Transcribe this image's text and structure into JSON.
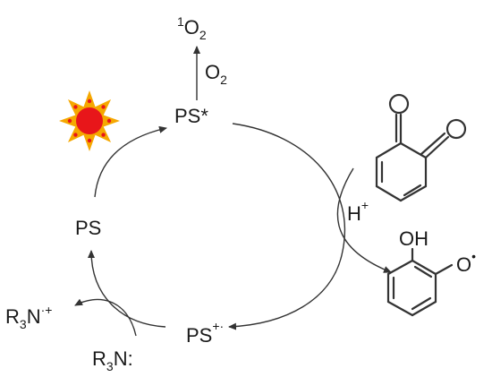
{
  "labels": {
    "singlet_oxygen": {
      "sup": "1",
      "main": "O",
      "sub": "2"
    },
    "oxygen": {
      "main": "O",
      "sub": "2"
    },
    "ps_excited": "PS*",
    "ps": "PS",
    "ps_radical_cation": {
      "main": "PS",
      "sup": "+·"
    },
    "proton": {
      "main": "H",
      "sup": "+"
    },
    "oh": "OH",
    "o_radical": {
      "main": "O",
      "sup": "•"
    },
    "amine_radical_cation": {
      "pre": "R",
      "sub": "3",
      "main": "N",
      "sup": "·+"
    },
    "amine": {
      "pre": "R",
      "sub": "3",
      "main": "N:"
    }
  },
  "colors": {
    "sun_rays": "#f5a800",
    "sun_core": "#e8161a",
    "sun_ray_tip": "#e8161a",
    "line": "#333333"
  }
}
